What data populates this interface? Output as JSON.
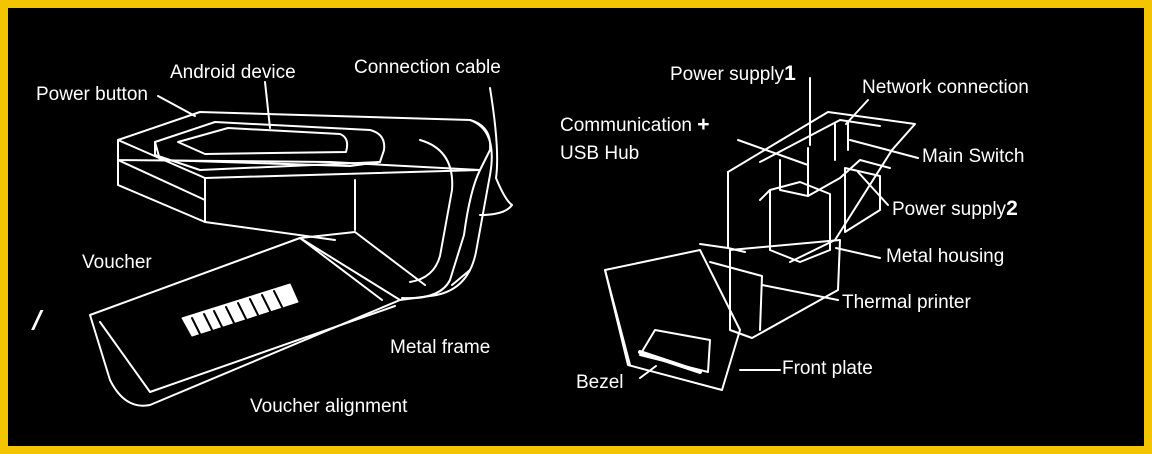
{
  "left_labels": {
    "power_button": "Power button",
    "android_device": "Android device",
    "connection_cable": "Connection cable",
    "voucher": "Voucher",
    "metal_frame": "Metal frame",
    "voucher_alignment": "Voucher alignment"
  },
  "right_labels": {
    "power_supply_1": "Power supply",
    "power_supply_1_num": "1",
    "network_connection": "Network connection",
    "communication": "Communication",
    "communication_plus": "+",
    "usb_hub": "USB Hub",
    "main_switch": "Main Switch",
    "power_supply_2": "Power supply",
    "power_supply_2_num": "2",
    "metal_housing": "Metal housing",
    "thermal_printer": "Thermal printer",
    "front_plate": "Front plate",
    "bezel": "Bezel"
  },
  "colors": {
    "border": "#f5c400",
    "background": "#000000",
    "line": "#ffffff"
  }
}
